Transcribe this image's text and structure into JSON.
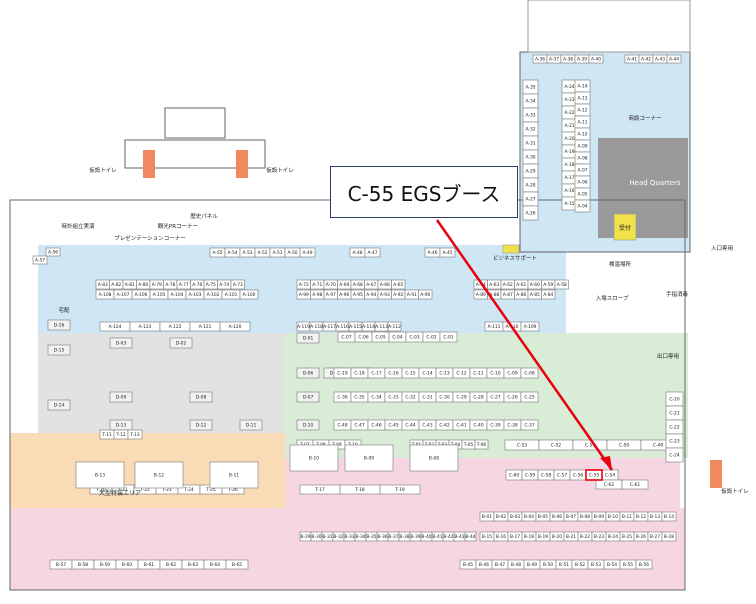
{
  "callout": {
    "text": "C-55  EGSブース"
  },
  "colors": {
    "blue_zone": "#cfe6f5",
    "green_zone": "#d9ecd6",
    "grey_zone": "#e2e2e2",
    "peach_zone": "#f9dcb6",
    "pink_zone": "#f6d6e2",
    "dark_grey": "#8a8a8a",
    "highlight_red": "#e8000e",
    "booth_blue": "#7a9ad0",
    "yellow": "#f1e14b",
    "exit_green": "#2f9a3a",
    "toilet_orange": "#f08860"
  },
  "areas": {
    "temporary_toilet_left1": "仮設トイレ",
    "temporary_toilet_left2": "仮設トイレ",
    "temporary_toilet_right": "仮設トイレ",
    "clock_demo": "時計組立実演",
    "presentation_corner": "プレゼンテーションコーナー",
    "tourism_pr": "観光PRコーナー",
    "rekishi_panel": "歴史パネル",
    "business_support": "ビジネスサポート",
    "delivery": "宅配",
    "large_special": "大型特装エリア",
    "dining_corner": "商談コーナー",
    "head_quarters": "Head Quarters",
    "reception": "受付",
    "inspection": "検温場所",
    "entry_slope": "入場スロープ",
    "hand_sanitize": "手指消毒",
    "entry_only": "入口専用",
    "exit_only": "出口専用"
  },
  "booths": {
    "a_top": [
      "A-36",
      "A-37",
      "A-38",
      "A-39",
      "A-40",
      "A-41",
      "A-42",
      "A-43",
      "A-44"
    ],
    "a_col1": [
      "A-35",
      "A-34",
      "A-33",
      "A-32",
      "A-31",
      "A-30",
      "A-29",
      "A-28",
      "A-27",
      "A-26"
    ],
    "a_col2": [
      "A-24",
      "A-23",
      "A-22",
      "A-21",
      "A-20",
      "A-19",
      "A-18",
      "A-17",
      "A-16",
      "A-15"
    ],
    "a_col3": [
      "A-14",
      "A-13",
      "A-12",
      "A-11",
      "A-10",
      "A-09",
      "A-08",
      "A-07",
      "A-06",
      "A-05",
      "A-04"
    ],
    "a_row_top": [
      "A-55",
      "A-54",
      "A-53",
      "A-52",
      "A-51",
      "A-50",
      "A-49",
      "A-48",
      "A-47",
      "A-46",
      "A-45"
    ],
    "a_row_1": [
      "A-83",
      "A-82",
      "A-81",
      "A-80",
      "A-79",
      "A-78",
      "A-77",
      "A-76",
      "A-75",
      "A-74",
      "A-73",
      "A-72",
      "A-71",
      "A-70",
      "A-69",
      "A-68",
      "A-67",
      "A-66",
      "A-65",
      "A-64",
      "A-63",
      "A-62",
      "A-61",
      "A-60",
      "A-59",
      "A-58"
    ],
    "a_row_2": [
      "A-108",
      "A-107",
      "A-106",
      "A-105",
      "A-104",
      "A-103",
      "A-102",
      "A-101",
      "A-100",
      "A-99",
      "A-98",
      "A-97",
      "A-96",
      "A-95",
      "A-94",
      "A-93",
      "A-92",
      "A-91",
      "A-90",
      "A-89",
      "A-88",
      "A-87",
      "A-86",
      "A-85",
      "A-84"
    ],
    "a_row_3": [
      "A-124",
      "A-123",
      "A-122",
      "A-121",
      "A-120",
      "A-119",
      "A-118",
      "A-117",
      "A-116",
      "A-115",
      "A-114",
      "A-113",
      "A-112",
      "A-111",
      "A-110",
      "A-109"
    ],
    "a_left": [
      "A-57",
      "A-56"
    ],
    "d_booths": [
      "D-01",
      "D-02",
      "D-03",
      "D-04",
      "D-05",
      "D-06",
      "D-07",
      "D-08",
      "D-09",
      "D-10",
      "D-11",
      "D-12",
      "D-13",
      "D-14",
      "D-15",
      "D-16"
    ],
    "c_row_1": [
      "C-07",
      "C-06",
      "C-05",
      "C-04",
      "C-03",
      "C-02",
      "C-01"
    ],
    "c_row_2": [
      "C-19",
      "C-18",
      "C-17",
      "C-16",
      "C-15",
      "C-14",
      "C-13",
      "C-12",
      "C-11",
      "C-10",
      "C-09",
      "C-08"
    ],
    "c_row_3": [
      "C-36",
      "C-35",
      "C-34",
      "C-33",
      "C-32",
      "C-31",
      "C-30",
      "C-29",
      "C-28",
      "C-27",
      "C-26",
      "C-25"
    ],
    "c_row_4": [
      "C-48",
      "C-47",
      "C-46",
      "C-45",
      "C-44",
      "C-43",
      "C-42",
      "C-41",
      "C-40",
      "C-39",
      "C-38",
      "C-37"
    ],
    "c_row_5": [
      "C-53",
      "C-52",
      "C-51",
      "C-50",
      "C-49"
    ],
    "c_row_6": [
      "C-60",
      "C-59",
      "C-58",
      "C-57",
      "C-56",
      "C-55",
      "C-54"
    ],
    "c_row_7": [
      "C-62",
      "C-61"
    ],
    "c_right": [
      "C-20",
      "C-21",
      "C-22",
      "C-23",
      "C-24"
    ],
    "t_booths": [
      "T-01",
      "T-02",
      "T-03",
      "T-04",
      "T-05",
      "T-06",
      "T-07",
      "T-08",
      "T-09",
      "T-10",
      "T-11",
      "T-12",
      "T-13",
      "T-14",
      "T-15",
      "T-16",
      "T-17",
      "T-18",
      "T-19",
      "T-20",
      "T-21",
      "T-22",
      "T-23",
      "T-24",
      "T-25",
      "T-26"
    ],
    "b_booths": [
      "B-01",
      "B-02",
      "B-03",
      "B-04",
      "B-05",
      "B-06",
      "B-07",
      "B-08",
      "B-09",
      "B-10",
      "B-11",
      "B-12",
      "B-13",
      "B-14",
      "B-15",
      "B-16",
      "B-17",
      "B-18",
      "B-19",
      "B-20",
      "B-21",
      "B-22",
      "B-23",
      "B-24",
      "B-25",
      "B-26",
      "B-27",
      "B-28",
      "B-29",
      "B-30",
      "B-31",
      "B-32",
      "B-33",
      "B-34",
      "B-35",
      "B-36",
      "B-37",
      "B-38",
      "B-39",
      "B-40",
      "B-41",
      "B-42",
      "B-43",
      "B-44",
      "B-45",
      "B-46",
      "B-47",
      "B-48",
      "B-49",
      "B-50",
      "B-51",
      "B-52",
      "B-53",
      "B-54",
      "B-55",
      "B-56",
      "B-57",
      "B-58",
      "B-59",
      "B-60",
      "B-61",
      "B-62",
      "B-63",
      "B-64",
      "B-65"
    ]
  }
}
